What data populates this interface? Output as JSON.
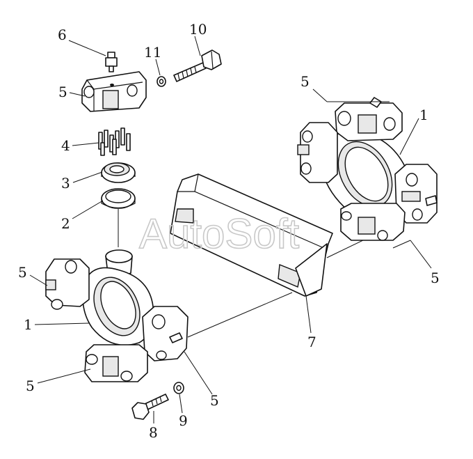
{
  "watermark": "AutoSoft",
  "callouts": {
    "c1_left": "1",
    "c1_right": "1",
    "c2": "2",
    "c3": "3",
    "c4": "4",
    "c5_top": "5",
    "c5_top_right": "5",
    "c5_right": "5",
    "c5_left_upper": "5",
    "c5_left_lower": "5",
    "c5_bottom": "5",
    "c6": "6",
    "c7": "7",
    "c8": "8",
    "c9": "9",
    "c10": "10",
    "c11": "11"
  },
  "colors": {
    "line": "#111111",
    "watermark": "#c8c8c8",
    "background": "#ffffff"
  }
}
